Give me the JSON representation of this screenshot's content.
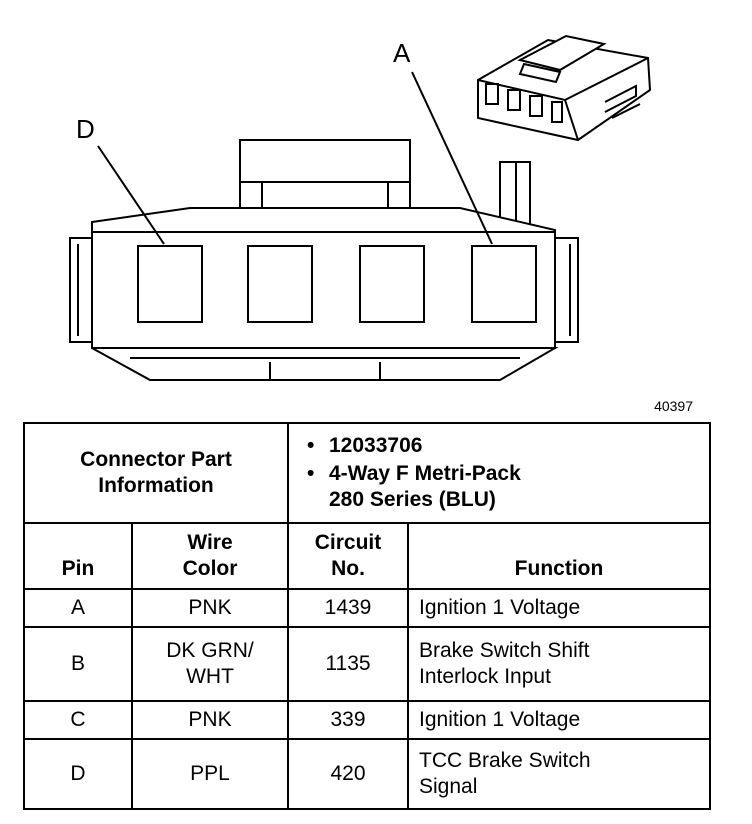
{
  "figure": {
    "figure_number": "40397",
    "callouts": [
      {
        "id": "A",
        "label": "A"
      },
      {
        "id": "D",
        "label": "D"
      }
    ],
    "line_color": "#000000"
  },
  "connector_info": {
    "header": "Connector Part Information",
    "header_line1": "Connector Part",
    "header_line2": "Information",
    "part_number": "12033706",
    "description_line1": "4-Way F Metri-Pack",
    "description_line2": "280 Series (BLU)"
  },
  "table": {
    "columns": {
      "pin": "Pin",
      "wire_color_line1": "Wire",
      "wire_color_line2": "Color",
      "circuit_line1": "Circuit",
      "circuit_line2": "No.",
      "function": "Function"
    },
    "rows": [
      {
        "pin": "A",
        "wire_color": [
          "PNK"
        ],
        "circuit": "1439",
        "function": [
          "Ignition 1 Voltage"
        ]
      },
      {
        "pin": "B",
        "wire_color": [
          "DK GRN/",
          "WHT"
        ],
        "circuit": "1135",
        "function": [
          "Brake Switch Shift",
          "Interlock Input"
        ]
      },
      {
        "pin": "C",
        "wire_color": [
          "PNK"
        ],
        "circuit": "339",
        "function": [
          "Ignition 1 Voltage"
        ]
      },
      {
        "pin": "D",
        "wire_color": [
          "PPL"
        ],
        "circuit": "420",
        "function": [
          "TCC Brake Switch",
          "Signal"
        ]
      }
    ]
  }
}
